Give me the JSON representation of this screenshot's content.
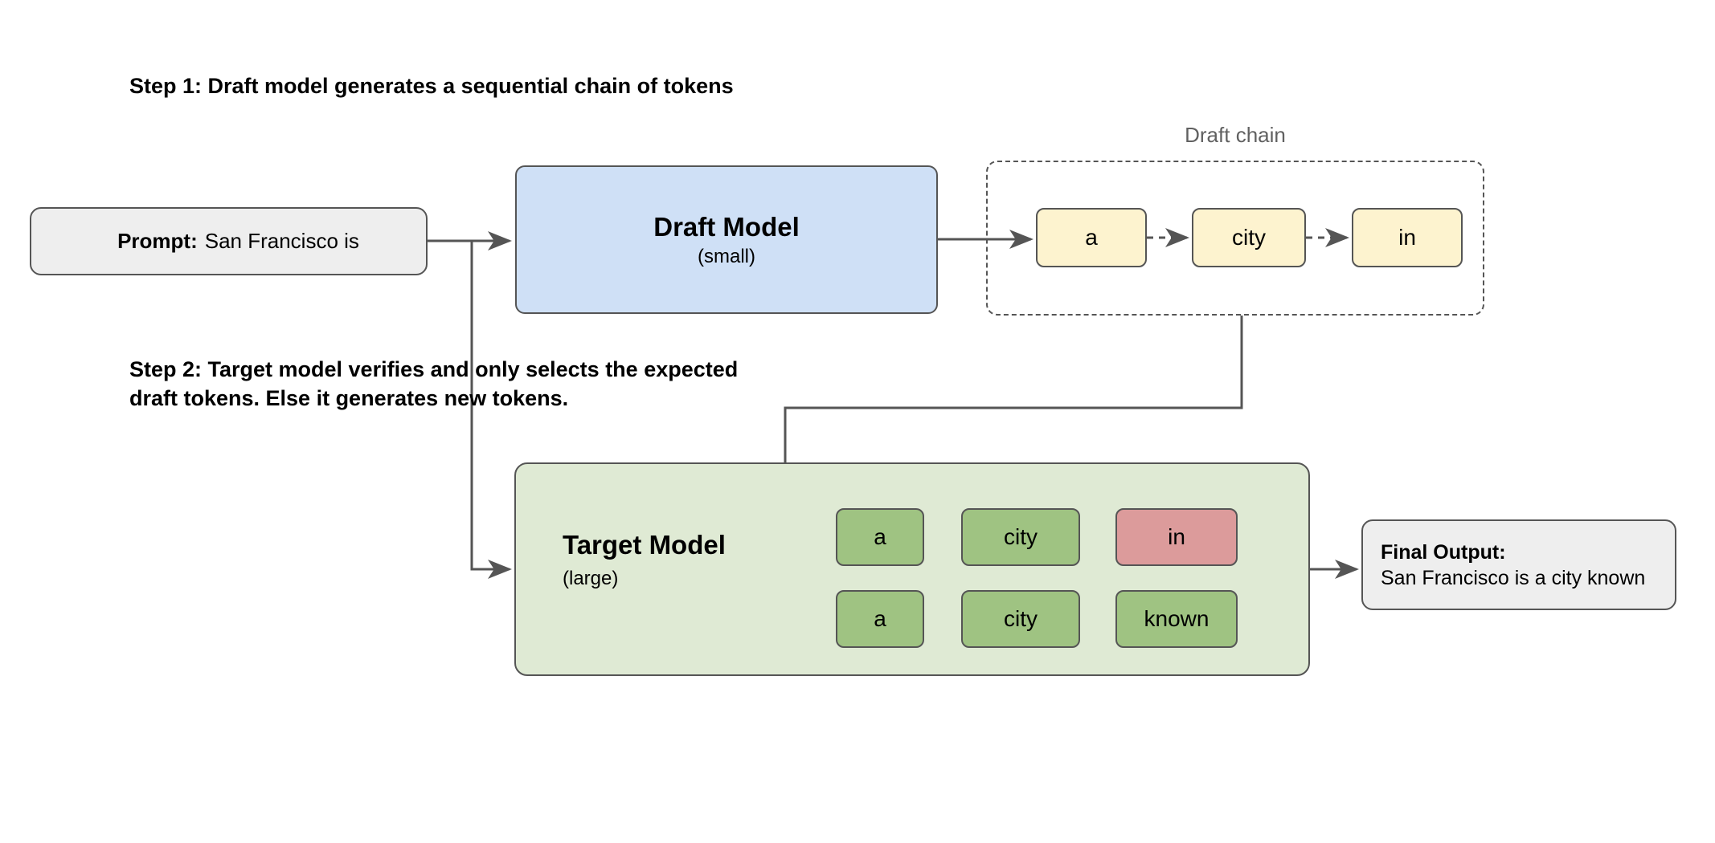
{
  "steps": {
    "step1": "Step 1: Draft model generates a sequential chain of tokens",
    "step2_line1": "Step 2: Target model verifies and only selects the expected",
    "step2_line2": "draft tokens. Else it generates new tokens."
  },
  "prompt": {
    "label": "Prompt:",
    "text": "San Francisco is"
  },
  "draft_model": {
    "title": "Draft Model",
    "subtitle": "(small)",
    "fill": "#cfe0f6"
  },
  "draft_chain": {
    "label": "Draft chain",
    "tokens": [
      "a",
      "city",
      "in"
    ],
    "token_fill": "#fdf3cf"
  },
  "target_model": {
    "title": "Target Model",
    "subtitle": "(large)",
    "fill": "#dfead4",
    "rows": [
      {
        "tokens": [
          {
            "text": "a",
            "state": "accepted",
            "fill": "#9fc382"
          },
          {
            "text": "city",
            "state": "accepted",
            "fill": "#9fc382"
          },
          {
            "text": "in",
            "state": "rejected",
            "fill": "#dc9b9b"
          }
        ]
      },
      {
        "tokens": [
          {
            "text": "a",
            "state": "accepted",
            "fill": "#9fc382"
          },
          {
            "text": "city",
            "state": "accepted",
            "fill": "#9fc382"
          },
          {
            "text": "known",
            "state": "accepted",
            "fill": "#9fc382"
          }
        ]
      }
    ]
  },
  "final_output": {
    "label": "Final Output:",
    "text": "San Francisco is a city known",
    "fill": "#eeeeee"
  },
  "style": {
    "stroke": "#555555",
    "muted_text": "#616161",
    "background": "#ffffff"
  }
}
